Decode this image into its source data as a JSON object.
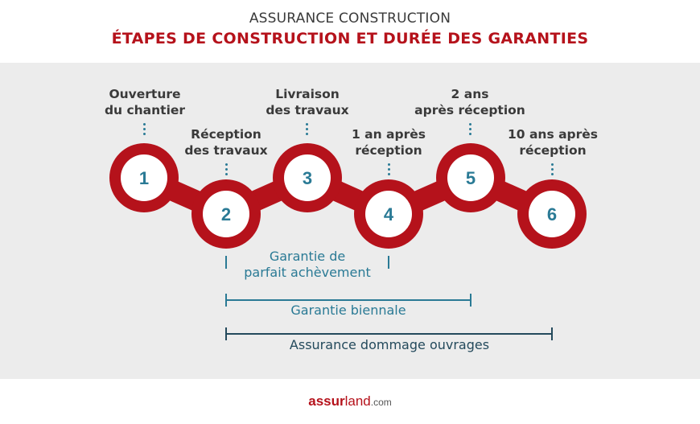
{
  "header": {
    "subtitle": "ASSURANCE CONSTRUCTION",
    "title": "ÉTAPES DE CONSTRUCTION ET DURÉE DES GARANTIES"
  },
  "steps": [
    {
      "number": "1",
      "label_line1": "Ouverture",
      "label_line2": "du chantier"
    },
    {
      "number": "2",
      "label_line1": "Réception",
      "label_line2": "des travaux"
    },
    {
      "number": "3",
      "label_line1": "Livraison",
      "label_line2": "des travaux"
    },
    {
      "number": "4",
      "label_line1": "1 an après",
      "label_line2": "réception"
    },
    {
      "number": "5",
      "label_line1": "2 ans",
      "label_line2": "après réception"
    },
    {
      "number": "6",
      "label_line1": "10 ans après",
      "label_line2": "réception"
    }
  ],
  "ranges": [
    {
      "label_line1": "Garantie de",
      "label_line2": "parfait achèvement",
      "from_step": 2,
      "to_step": 4
    },
    {
      "label": "Garantie biennale",
      "from_step": 2,
      "to_step": 5
    },
    {
      "label": "Assurance dommage ouvrages",
      "from_step": 2,
      "to_step": 6
    }
  ],
  "logo": {
    "part1": "assur",
    "part2": "land",
    "part3": ".com"
  },
  "colors": {
    "accent": "#b5121b",
    "teal": "#2a7a95",
    "dark_teal": "#244a5c",
    "panel": "#ececec"
  }
}
